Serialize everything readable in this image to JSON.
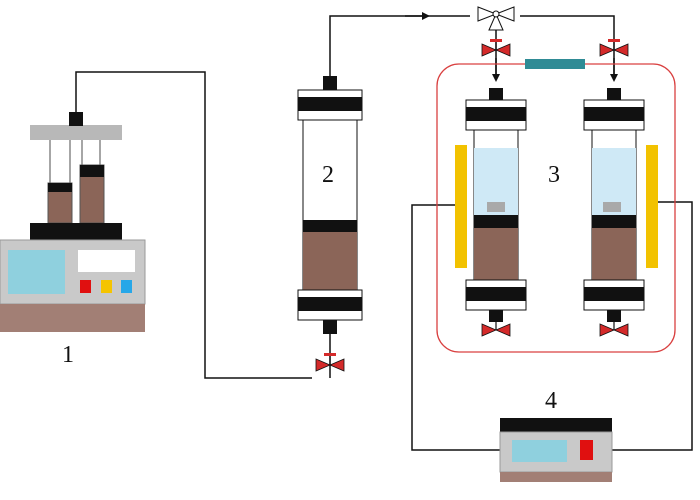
{
  "labels": {
    "pump": "1",
    "column": "2",
    "reactor": "3",
    "controller": "4"
  },
  "colors": {
    "line": "#111111",
    "sediment": "#8b6558",
    "water": "#cfe9f6",
    "black_cap": "#111111",
    "valve": "#d42a2a",
    "heater": "#f2c200",
    "enclosure": "#d94040",
    "connector": "#2f8b95",
    "pump_base": "#a27f75",
    "device_grey": "#bfbfbf",
    "screen": "#8fd0de",
    "button_red": "#e01010",
    "button_yellow": "#f5c400",
    "button_blue": "#27a7e8"
  }
}
